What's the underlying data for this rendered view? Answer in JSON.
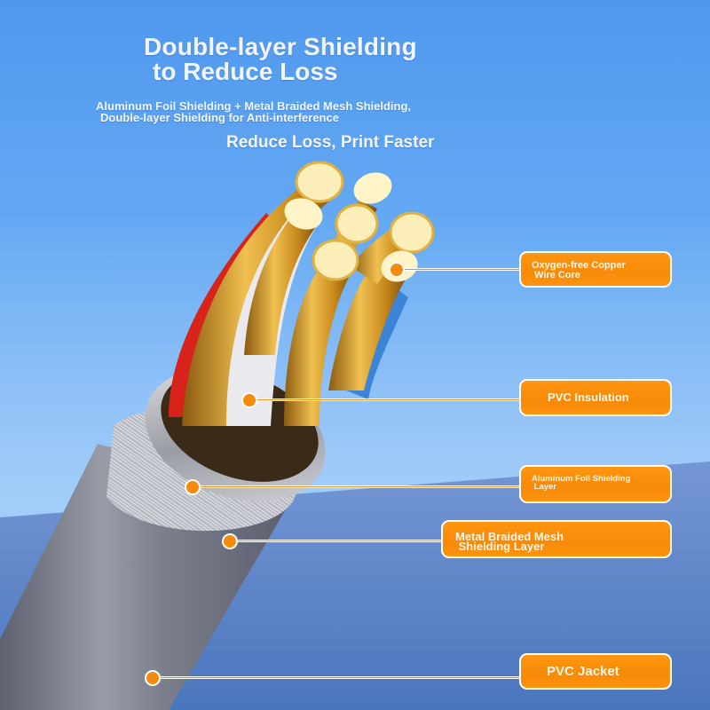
{
  "header": {
    "title_line1": "Double-layer Shielding",
    "title_line2": "to Reduce Loss",
    "subtitle_line1": "Aluminum Foil Shielding + Metal Braided Mesh Shielding,",
    "subtitle_line2": "Double-layer Shielding for Anti-interference",
    "tagline": "Reduce Loss, Print Faster"
  },
  "callouts": [
    {
      "id": "copper-core",
      "line1": "Oxygen-free Copper",
      "line2": " Wire Core"
    },
    {
      "id": "pvc-insulation",
      "line1": "PVC Insulation",
      "line2": ""
    },
    {
      "id": "aluminum-foil",
      "line1": "Aluminum Foil Shielding",
      "line2": " Layer"
    },
    {
      "id": "braided-mesh",
      "line1": "Metal Braided Mesh",
      "line2": " Shielding Layer"
    },
    {
      "id": "pvc-jacket",
      "line1": "PVC Jacket",
      "line2": ""
    }
  ],
  "colors": {
    "sky_top": "#4f98ee",
    "sky_bottom": "#a2cdf8",
    "band": "#6a8fcf",
    "accent_orange": "#f68a0d",
    "jacket_gray": "#7b7f8c",
    "copper": "#d9a233"
  }
}
